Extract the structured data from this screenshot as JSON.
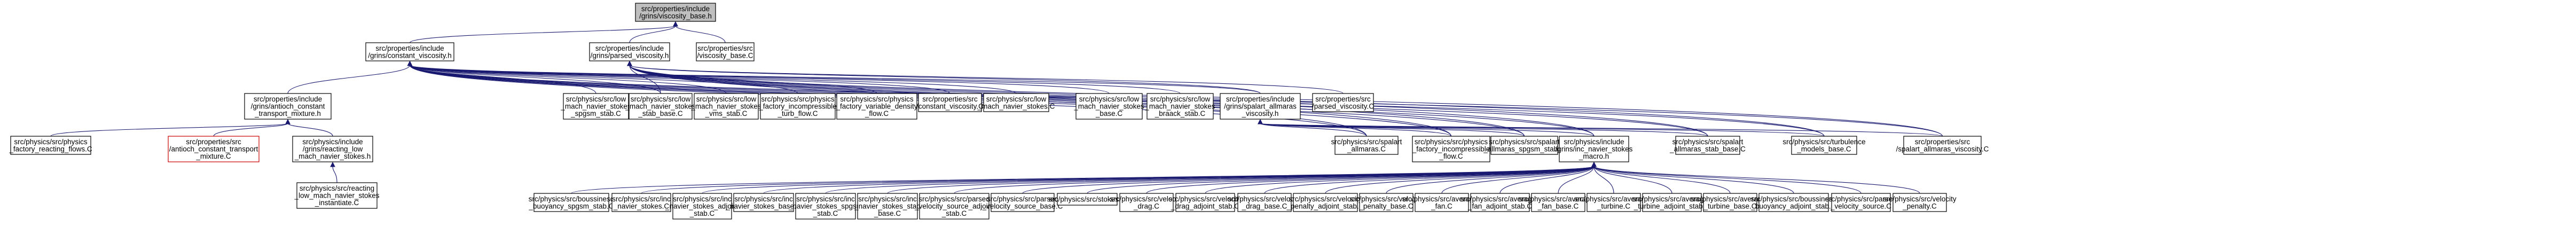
{
  "graph": {
    "title": "",
    "nodes": [
      {
        "id": "root",
        "lines": [
          "src/properties/include",
          "/grins/viscosity_base.h"
        ],
        "kind": "root"
      },
      {
        "id": "cv",
        "lines": [
          "src/properties/include",
          "/grins/constant_viscosity.h"
        ]
      },
      {
        "id": "pv",
        "lines": [
          "src/properties/include",
          "/grins/parsed_viscosity.h"
        ]
      },
      {
        "id": "vb",
        "lines": [
          "src/properties/src",
          "/viscosity_base.C"
        ]
      },
      {
        "id": "ant",
        "lines": [
          "src/properties/include",
          "/grins/antioch_constant",
          "_transport_mixture.h"
        ]
      },
      {
        "id": "lmns_spgsm",
        "lines": [
          "src/physics/src/low",
          "_mach_navier_stokes",
          "_spgsm_stab.C"
        ]
      },
      {
        "id": "lmns_stab",
        "lines": [
          "src/physics/src/low",
          "_mach_navier_stokes",
          "_stab_base.C"
        ]
      },
      {
        "id": "lmns_vms",
        "lines": [
          "src/physics/src/low",
          "_mach_navier_stokes",
          "_vms_stab.C"
        ]
      },
      {
        "id": "pf_turb",
        "lines": [
          "src/physics/src/physics",
          "_factory_incompressible",
          "_turb_flow.C"
        ]
      },
      {
        "id": "pf_vd",
        "lines": [
          "src/physics/src/physics",
          "_factory_variable_density",
          "_flow.C"
        ]
      },
      {
        "id": "cvc",
        "lines": [
          "src/properties/src",
          "/constant_viscosity.C"
        ]
      },
      {
        "id": "lmns",
        "lines": [
          "src/physics/src/low",
          "_mach_navier_stokes.C"
        ]
      },
      {
        "id": "lmns_base",
        "lines": [
          "src/physics/src/low",
          "_mach_navier_stokes",
          "_base.C"
        ]
      },
      {
        "id": "lmns_brack",
        "lines": [
          "src/physics/src/low",
          "_mach_navier_stokes",
          "_braack_stab.C"
        ]
      },
      {
        "id": "sa",
        "lines": [
          "src/properties/include",
          "/grins/spalart_allmaras",
          "_viscosity.h"
        ]
      },
      {
        "id": "pvc",
        "lines": [
          "src/properties/src",
          "/parsed_viscosity.C"
        ]
      },
      {
        "id": "pf_rf",
        "lines": [
          "src/physics/src/physics",
          "_factory_reacting_flows.C"
        ]
      },
      {
        "id": "actm",
        "lines": [
          "src/properties/src",
          "/antioch_constant_transport",
          "_mixture.C"
        ],
        "kind": "ext"
      },
      {
        "id": "rlmns",
        "lines": [
          "src/physics/include",
          "/grins/reacting_low",
          "_mach_navier_stokes.h"
        ]
      },
      {
        "id": "sac",
        "lines": [
          "src/physics/src/spalart",
          "_allmaras.C"
        ]
      },
      {
        "id": "pf_inc",
        "lines": [
          "src/physics/src/physics",
          "_factory_incompressible",
          "_flow.C"
        ]
      },
      {
        "id": "sa_spgsm",
        "lines": [
          "src/physics/src/spalart",
          "_allmaras_spgsm_stab.C"
        ]
      },
      {
        "id": "incns",
        "lines": [
          "src/physics/include",
          "/grins/inc_navier_stokes",
          "_macro.h"
        ]
      },
      {
        "id": "sa_stab",
        "lines": [
          "src/physics/src/spalart",
          "_allmaras_stab_base.C"
        ]
      },
      {
        "id": "turbmb",
        "lines": [
          "src/physics/src/turbulence",
          "_models_base.C"
        ]
      },
      {
        "id": "sav",
        "lines": [
          "src/properties/src",
          "/spalart_allmaras_viscosity.C"
        ]
      },
      {
        "id": "rlmns_inst",
        "lines": [
          "src/physics/src/reacting",
          "_low_mach_navier_stokes",
          "_instantiate.C"
        ]
      },
      {
        "id": "b_spgsm",
        "lines": [
          "src/physics/src/boussinesq",
          "_buoyancy_spgsm_stab.C"
        ]
      },
      {
        "id": "ins_stab",
        "lines": [
          "src/physics/src/inc",
          "_navier_stokes.C"
        ]
      },
      {
        "id": "ins_adj",
        "lines": [
          "src/physics/src/inc",
          "_navier_stokes_adjoint",
          "_stab.C"
        ]
      },
      {
        "id": "ins_base",
        "lines": [
          "src/physics/src/inc",
          "_navier_stokes_base.C"
        ]
      },
      {
        "id": "ins_spgsm",
        "lines": [
          "src/physics/src/inc",
          "_navier_stokes_spgsm",
          "_stab.C"
        ]
      },
      {
        "id": "ins_stabb",
        "lines": [
          "src/physics/src/inc",
          "_navier_stokes_stab",
          "_base.C"
        ]
      },
      {
        "id": "pvs_adj",
        "lines": [
          "src/physics/src/parsed",
          "_velocity_source_adjoint",
          "_stab.C"
        ]
      },
      {
        "id": "pvs_base",
        "lines": [
          "src/physics/src/parsed",
          "_velocity_source_base.C"
        ]
      },
      {
        "id": "stokes",
        "lines": [
          "src/physics/src/stokes.C"
        ]
      },
      {
        "id": "vdrag",
        "lines": [
          "src/physics/src/velocity",
          "_drag.C"
        ]
      },
      {
        "id": "vdrag_adj",
        "lines": [
          "src/physics/src/velocity",
          "_drag_adjoint_stab.C"
        ]
      },
      {
        "id": "vdrag_base",
        "lines": [
          "src/physics/src/velocity",
          "_drag_base.C"
        ]
      },
      {
        "id": "vpen_adj",
        "lines": [
          "src/physics/src/velocity",
          "_penalty_adjoint_stab.C"
        ]
      },
      {
        "id": "vpen_base",
        "lines": [
          "src/physics/src/velocity",
          "_penalty_base.C"
        ]
      },
      {
        "id": "afan",
        "lines": [
          "src/physics/src/averaged",
          "_fan.C"
        ]
      },
      {
        "id": "afan_adj",
        "lines": [
          "src/physics/src/averaged",
          "_fan_adjoint_stab.C"
        ]
      },
      {
        "id": "afan_base",
        "lines": [
          "src/physics/src/averaged",
          "_fan_base.C"
        ]
      },
      {
        "id": "aturb",
        "lines": [
          "src/physics/src/averaged",
          "_turbine.C"
        ]
      },
      {
        "id": "aturb_adj",
        "lines": [
          "src/physics/src/averaged",
          "_turbine_adjoint_stab.C"
        ]
      },
      {
        "id": "aturb_base",
        "lines": [
          "src/physics/src/averaged",
          "_turbine_base.C"
        ]
      },
      {
        "id": "b_adj",
        "lines": [
          "src/physics/src/boussinesq",
          "_buoyancy_adjoint_stab.C"
        ]
      },
      {
        "id": "pvs",
        "lines": [
          "src/physics/src/parsed",
          "_velocity_source.C"
        ]
      },
      {
        "id": "vpen",
        "lines": [
          "src/physics/src/velocity",
          "_penalty.C"
        ]
      }
    ]
  }
}
